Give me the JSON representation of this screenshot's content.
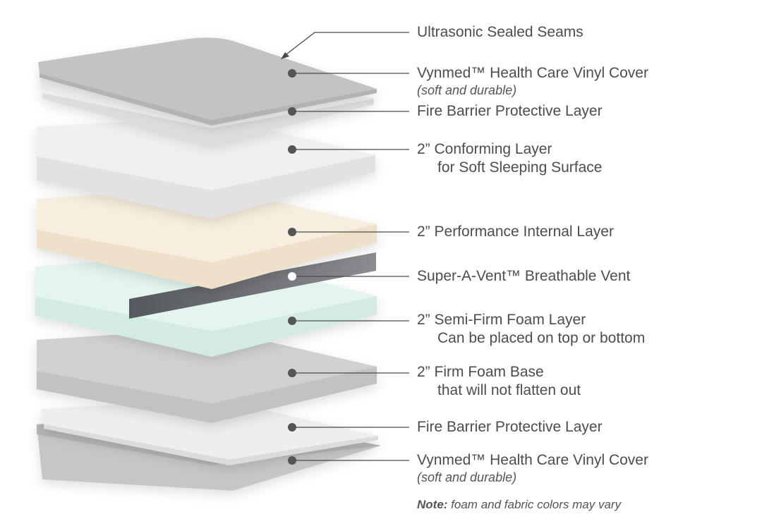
{
  "labels": {
    "seams": "Ultrasonic Sealed Seams",
    "top_cover": "Vynmed™ Health Care Vinyl Cover",
    "top_cover_sub": "(soft and durable)",
    "top_fire": "Fire Barrier Protective Layer",
    "conforming": "2” Conforming Layer",
    "conforming_sub": "for Soft Sleeping Surface",
    "performance": "2” Performance Internal Layer",
    "vent": "Super-A-Vent™ Breathable Vent",
    "semifirm": "2” Semi-Firm Foam Layer",
    "semifirm_sub": "Can be placed on top or bottom",
    "firm": "2” Firm Foam Base",
    "firm_sub": "that will not flatten out",
    "bottom_fire": "Fire Barrier Protective Layer",
    "bottom_cover": "Vynmed™ Health Care Vinyl Cover",
    "bottom_cover_sub": "(soft and durable)"
  },
  "note": {
    "prefix": "Note:",
    "text": " foam and fabric colors may vary"
  },
  "colors": {
    "vinyl": "#bdbdbf",
    "fire": "#e6e6e8",
    "conforming": "#ececee",
    "performance": "#f6ebda",
    "semifirm": "#e2f3ec",
    "vent": "#6a6c70",
    "firm": "#d2d2d4",
    "leader": "#4a4a4a"
  }
}
